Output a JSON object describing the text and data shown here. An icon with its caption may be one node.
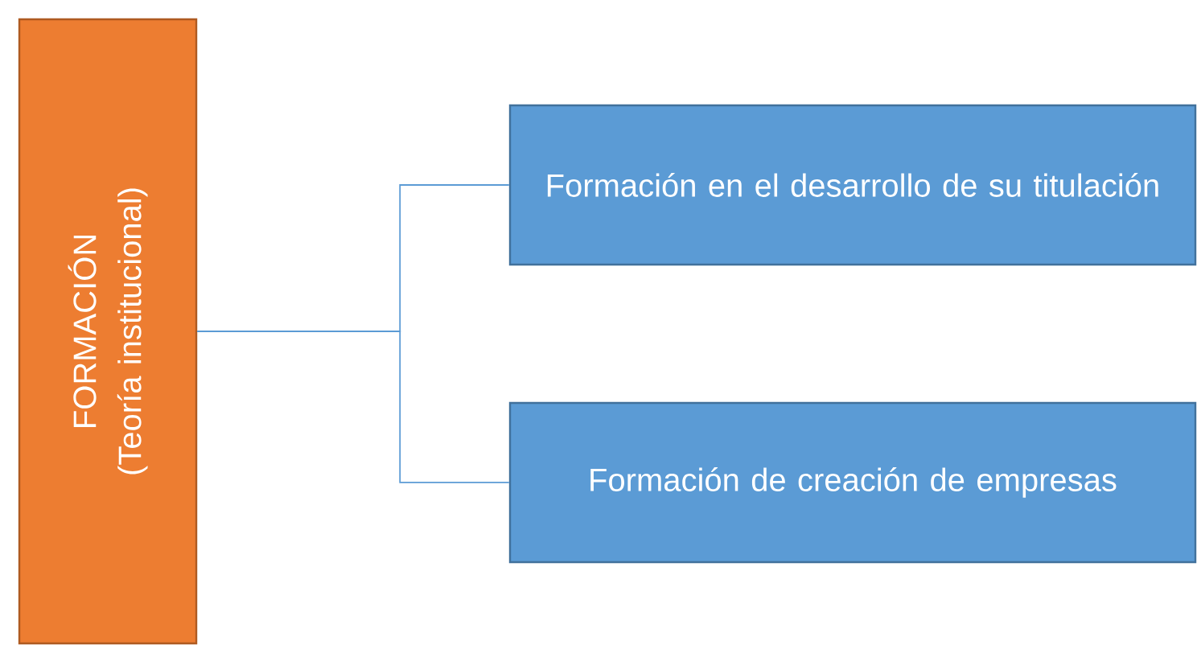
{
  "diagram": {
    "nodes": [
      {
        "text": [
          "FORMACIÓN",
          "(Teoría institucional)"
        ]
      },
      {
        "text": [
          "Formación en el desarrollo de su titulación"
        ]
      },
      {
        "text": [
          "Formación de creación de empresas"
        ]
      }
    ],
    "edges": [
      {
        "from": 0,
        "to": 1,
        "arrow": "none"
      },
      {
        "from": 0,
        "to": 2,
        "arrow": "none"
      }
    ]
  }
}
